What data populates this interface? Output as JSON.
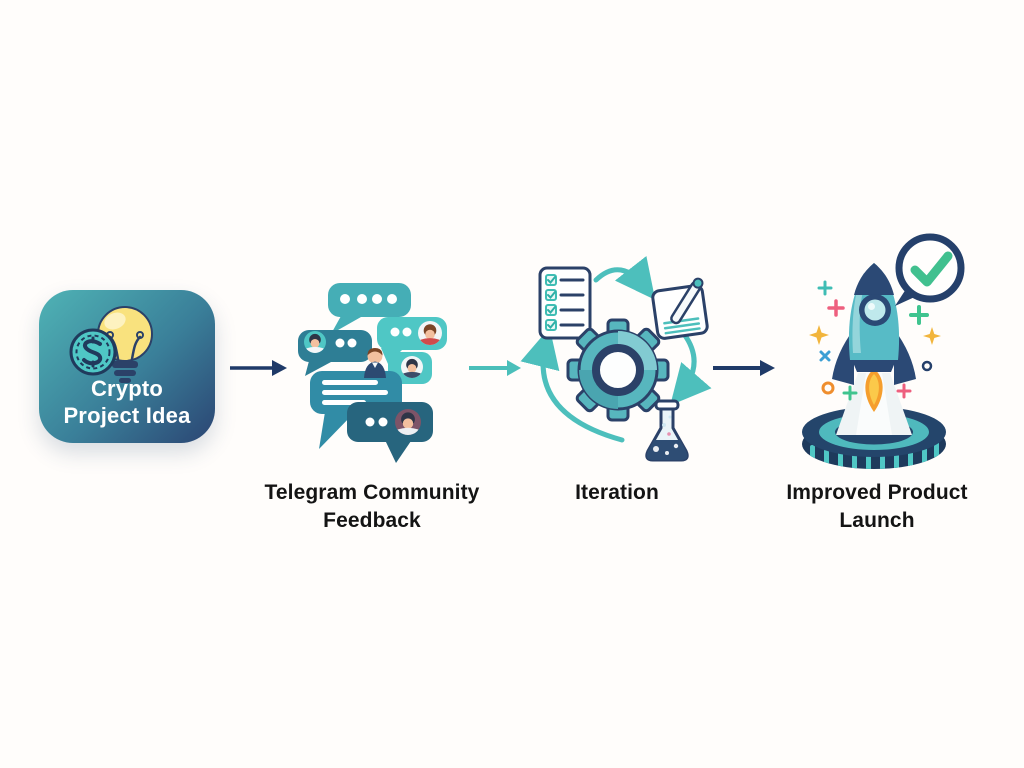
{
  "canvas": {
    "background": "#FFFDFB"
  },
  "palette": {
    "card_gradient_start": "#4FB3B5",
    "card_gradient_end": "#2B4573",
    "card_text": "#FFFFFF",
    "label_text": "#141414",
    "navy": "#2B4168",
    "teal": "#4FC7C5",
    "dark_teal": "#2E7E95",
    "arrow_navy": "#1F3A68",
    "arrow_teal": "#4BBFBA",
    "check_green": "#41C08F",
    "flame_orange": "#F59E2D",
    "flame_yellow": "#FBC94A",
    "bulb_yellow": "#F9E27E",
    "sparkle_pink": "#EE5F7E",
    "sparkle_green": "#3FC48F",
    "sparkle_yellow": "#F2B53C",
    "sparkle_blue": "#3B9FD4"
  },
  "flow": {
    "type": "horizontal-process-flowchart",
    "steps": [
      {
        "name": "crypto-project-idea",
        "label_lines": [
          "Crypto",
          "Project Idea"
        ],
        "icons": [
          "crypto-coin-icon",
          "lightbulb-icon"
        ]
      },
      {
        "name": "telegram-community-feedback",
        "label_lines": [
          "Telegram Community",
          "Feedback"
        ],
        "icons": [
          "chat-bubbles-icon"
        ]
      },
      {
        "name": "iteration",
        "label_lines": [
          "Iteration"
        ],
        "icons": [
          "checklist-icon",
          "note-pen-icon",
          "gear-icon",
          "flask-icon",
          "cycle-arrows-icon"
        ]
      },
      {
        "name": "improved-product-launch",
        "label_lines": [
          "Improved Product",
          "Launch"
        ],
        "icons": [
          "rocket-icon",
          "launchpad-coin-icon",
          "checkmark-badge-icon",
          "sparkles-icon"
        ]
      }
    ],
    "connectors": [
      {
        "name": "arrow-1",
        "from": "crypto-project-idea",
        "to": "telegram-community-feedback",
        "color": "#1F3A68"
      },
      {
        "name": "arrow-2",
        "from": "telegram-community-feedback",
        "to": "iteration",
        "color": "#4BBFBA"
      },
      {
        "name": "arrow-3",
        "from": "iteration",
        "to": "improved-product-launch",
        "color": "#1F3A68"
      }
    ]
  }
}
